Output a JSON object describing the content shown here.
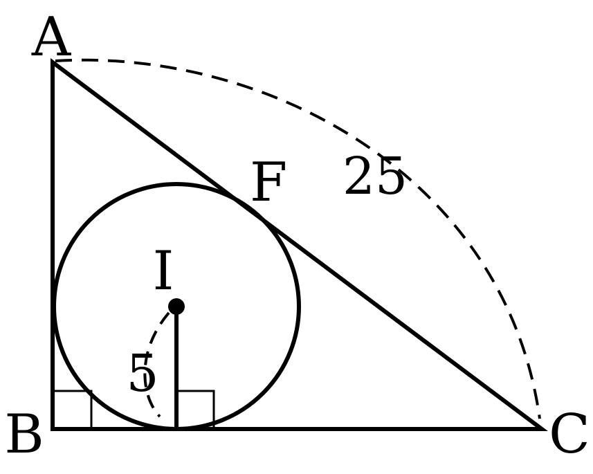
{
  "diagram": {
    "points": {
      "A": "A",
      "B": "B",
      "C": "C",
      "F": "F",
      "I": "I"
    },
    "measurements": {
      "hypotenuse_arc": "25",
      "radius_arc": "5"
    },
    "colors": {
      "stroke": "#000000",
      "background": "#ffffff"
    }
  }
}
